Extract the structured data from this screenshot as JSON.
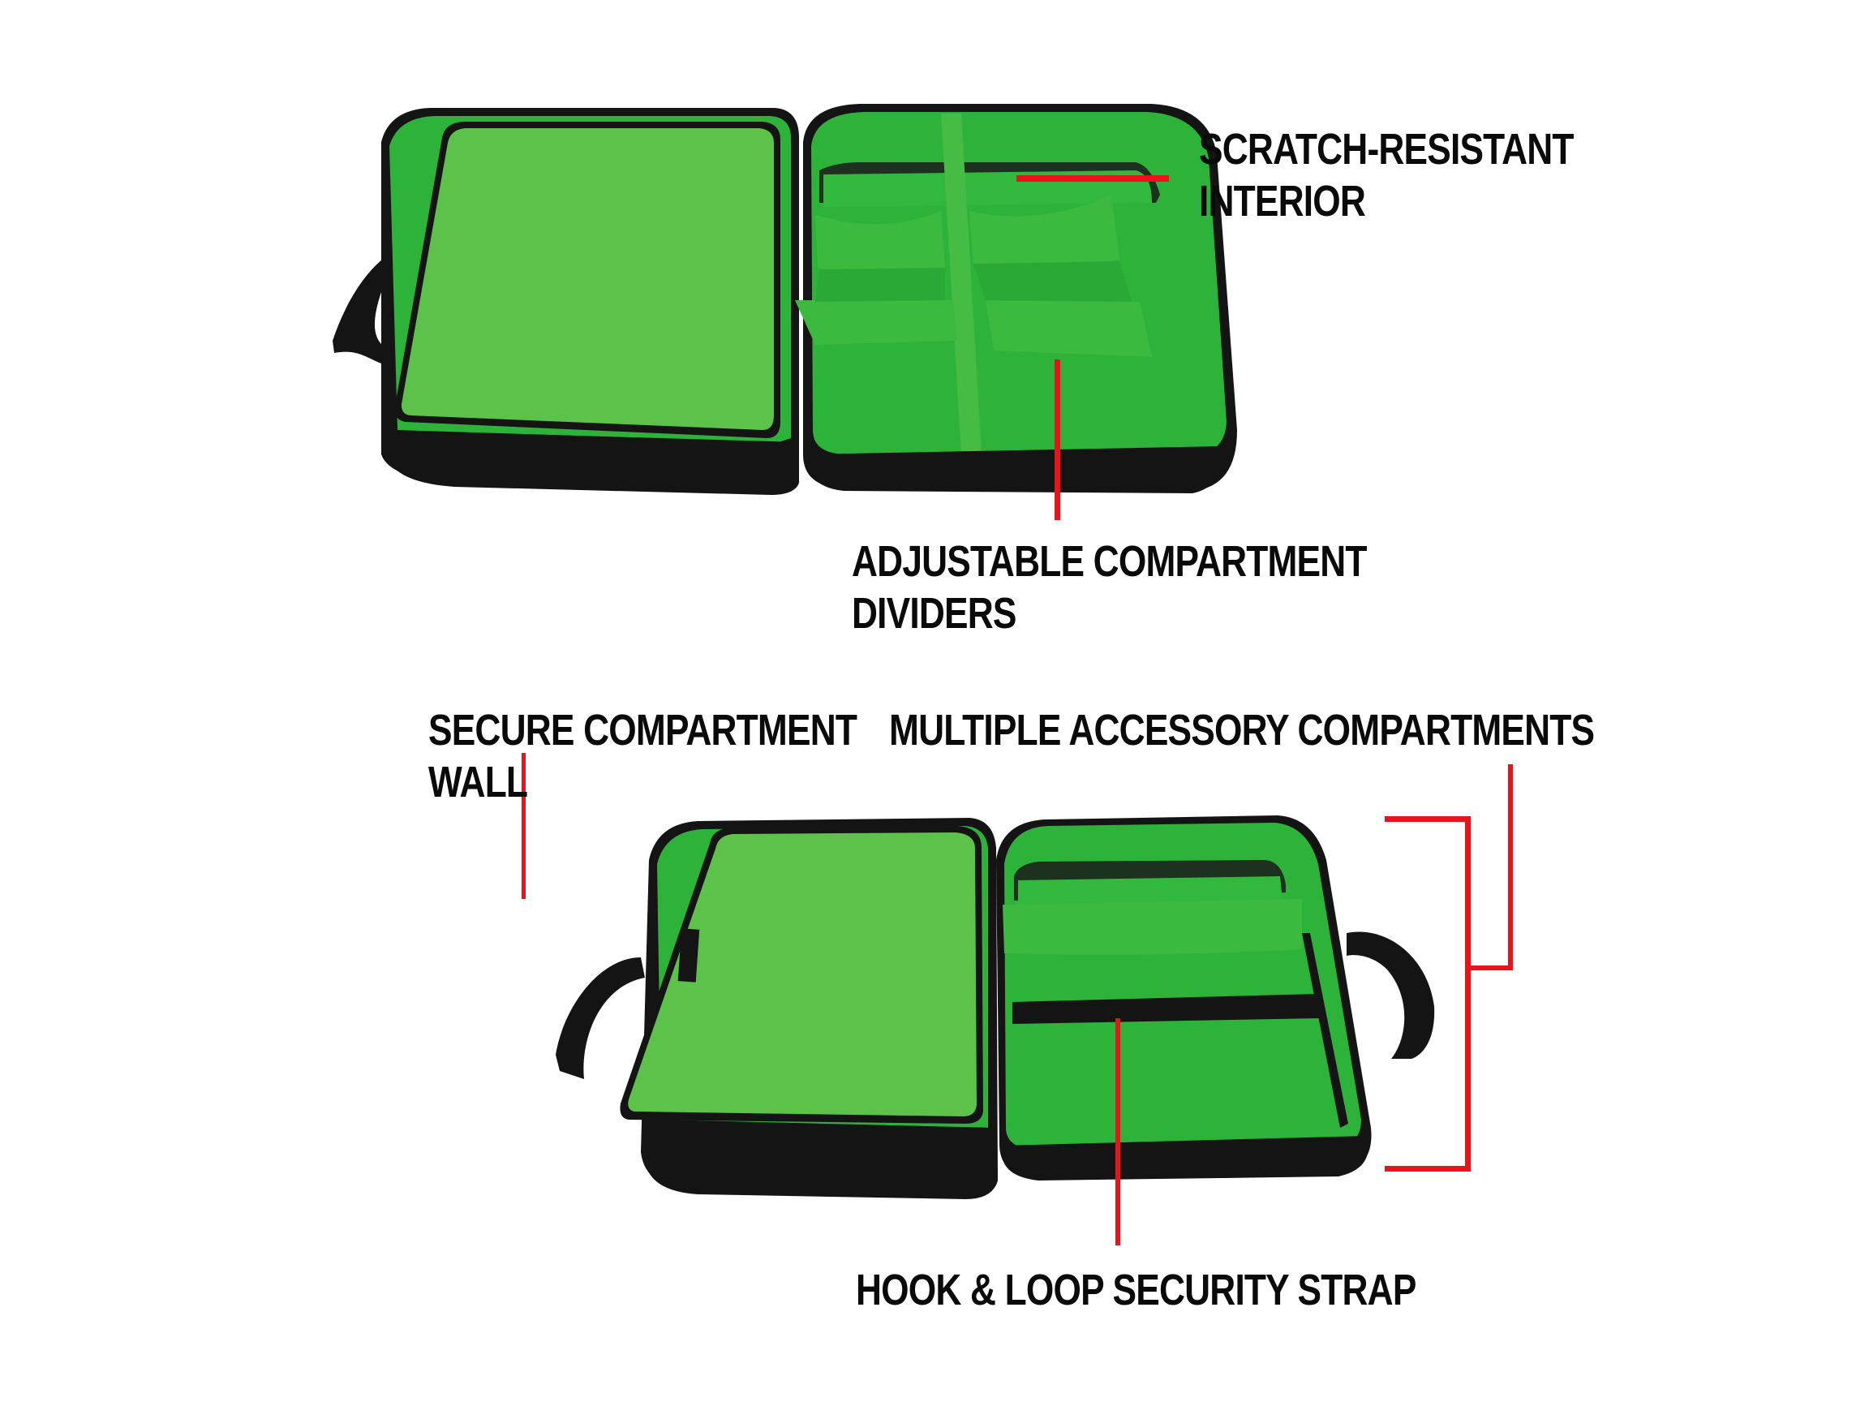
{
  "colors": {
    "callout_line": "#e8131b",
    "label_text": "#0a0a0a",
    "bag_shell": "#141414",
    "interior_green": "#2fb53a",
    "lid_felt_green": "#5cc24a",
    "background": "#ffffff"
  },
  "top_view": {
    "callouts": [
      {
        "id": "scratch-resistant-interior",
        "lines": [
          "SCRATCH-RESISTANT",
          "INTERIOR"
        ]
      },
      {
        "id": "adjustable-compartment-dividers",
        "lines": [
          "ADJUSTABLE COMPARTMENT",
          "DIVIDERS"
        ]
      }
    ]
  },
  "bottom_view": {
    "callouts": [
      {
        "id": "secure-compartment-wall",
        "lines": [
          "SECURE COMPARTMENT",
          "WALL"
        ]
      },
      {
        "id": "multiple-accessory-compartments",
        "lines": [
          "MULTIPLE ACCESSORY COMPARTMENTS"
        ]
      },
      {
        "id": "hook-loop-security-strap",
        "lines": [
          "HOOK & LOOP SECURITY STRAP"
        ]
      }
    ]
  }
}
